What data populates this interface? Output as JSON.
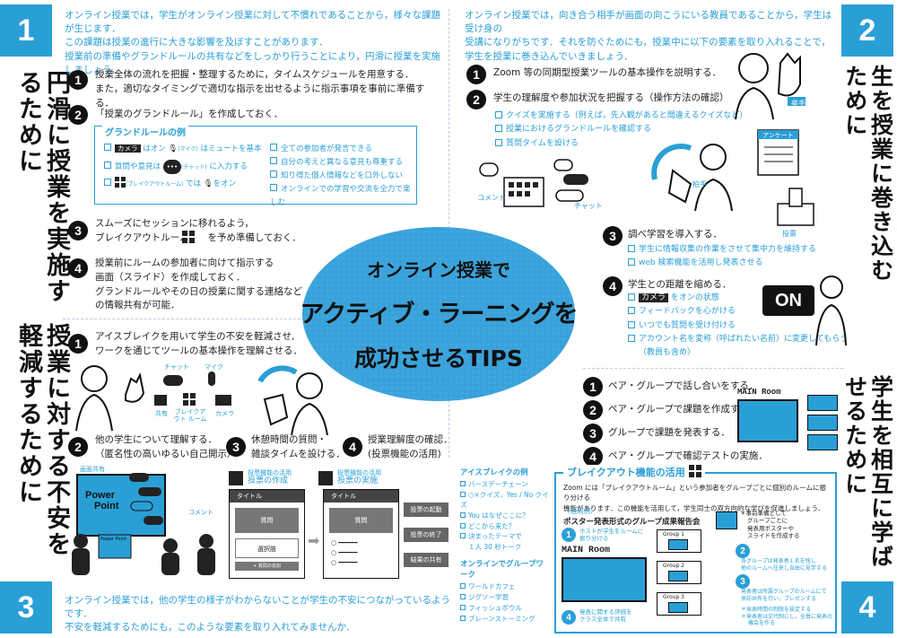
{
  "sections": {
    "s1": {
      "number": "1",
      "title": "円滑に授業を実施するために",
      "intro": [
        "オンライン授業では，学生がオンライン授業に対して不慣れであることから，様々な課題が生じます．",
        "この課題は授業の進行に大きな影響を及ぼすことがあります．",
        "授業前の準備やグランドルールの共有などをしっかり行うことにより，円滑に授業を実施しましょう．"
      ],
      "step1": [
        "授業全体の流れを把握・整理するために，タイムスケジュールを用意する．",
        "また，適切なタイミングで適切な指示を出せるように指示事項を事前に準備する．"
      ],
      "step2": "「授業のグランドルール」を作成しておく．",
      "rules_title": "グランドルールの例",
      "rules_left": [
        "カメラはオン　(マイク)はミュートを基本",
        "質問や意見は (チャット) に入力する",
        "(ブレイクアウトルーム)では　をオン"
      ],
      "rules_left_labels": {
        "camera": "カメラ",
        "mic": "(マイク)",
        "chat": "(チャット)",
        "breakout": "(ブレイクアウトルーム)"
      },
      "rules_right": [
        "全ての参加者が発言できる",
        "自分の考えと異なる意見も尊重する",
        "知り得た個人情報などを口外しない",
        "オンラインでの学習や交流を全力で楽しむ"
      ],
      "step3": [
        "スムーズにセッションに移れるよう，",
        "ブレイクアウトルーム　　を予め準備しておく．"
      ],
      "step4": [
        "授業前にルームの参加者に向けて指示する",
        "画面（スライド）を作成しておく．",
        "グランドルールやその日の授業に関する連絡など",
        "の情報共有が可能．"
      ]
    },
    "s2": {
      "number": "2",
      "title": "オンライン授業で学生を授業に巻き込むために",
      "intro": [
        "オンライン授業では，向き合う相手が画面の向こうにいる教員であることから，学生は受け身の",
        "受講になりがちです．それを防ぐためにも，授業中に以下の要素を取り入れることで，",
        "学生を授業に巻き込んでいきましょう．"
      ],
      "step1": "Zoom 等の同期型授業ツールの基本操作を説明する．",
      "step2": "学生の理解度や参加状況を把握する（操作方法の確認）",
      "step2_checks": [
        "クイズを実施する（例えば，先入観があると間違えるクイズなど）",
        "授業におけるグランドルールを確認する",
        "質問タイムを設ける"
      ],
      "labels": {
        "comment": "コメント",
        "chat": "チャット",
        "handsup": "拍手",
        "raise": "挙手",
        "survey": "アンケート",
        "vote": "投票"
      },
      "step3": "調べ学習を導入する．",
      "step3_checks": [
        "学生に情報収集の作業をさせて集中力を維持する",
        "web 検索機能を活用し発表させる"
      ],
      "step4": "学生との距離を縮める．",
      "step4_checks": [
        "カメラ をオンの状態",
        "フィードバックを心がける",
        "いつでも質問を受け付ける",
        "アカウント名を変称（呼ばれたい名前）に変更してもらう"
      ],
      "step4_note": "（教員も含め）",
      "on_label": "ON"
    },
    "s3": {
      "number": "3",
      "title": "授業に対する不安を軽減するために",
      "step1": [
        "アイスブレイクを用いて学生の不安を軽減させ,",
        "ワークを通じてツールの基本操作を理解させる．"
      ],
      "tool_labels": {
        "chat": "チャット",
        "mic": "マイク",
        "share": "共有",
        "breakout": "ブレイクアウト ルーム",
        "camera": "カメラ"
      },
      "step2": [
        "他の学生について理解する．",
        "（匿名性の高いゆるい自己開示）"
      ],
      "step3": [
        "休憩時間の質問・",
        "雑談タイムを設ける．"
      ],
      "step4": [
        "授業理解度の確認．",
        "(投票機能の活用)"
      ],
      "screen_labels": {
        "share": "画面共有",
        "pp1": "Power",
        "pp2": "Point",
        "comment": "コメント",
        "pp_small": "Power Point"
      },
      "poll": {
        "head1": "投票機能の活用",
        "sub1": "投票の作成",
        "head2": "投票機能の活用",
        "sub2": "投票の実施",
        "title": "タイトル",
        "question": "質問",
        "choice": "選択肢",
        "add": "+ 質問の追加",
        "start": "投票の起動",
        "end": "投票の終了",
        "share": "結果の共有"
      },
      "outro": [
        "オンライン授業では，他の学生の様子がわからないことが学生の不安につながっているようです．",
        "不安を軽減するためにも，このような要素を取り入れてみませんか．"
      ]
    },
    "s4": {
      "number": "4",
      "title": "学生を相互に学ばせるために",
      "steps": [
        "ペア・グループで話し合いをする．",
        "ペア・グループで課題を作成する．",
        "グループで課題を発表する．",
        "ペア・グループで確認テストの実施．"
      ],
      "main_room": "MAIN Room",
      "ice_title": "アイスブレイクの例",
      "ice_items": [
        "バースデーチェーン",
        "○×クイズ，Yes / No クイズ",
        "You はなぜここに？",
        "どこから来た？",
        "決まったテーマで",
        "１人 30 秒トーク"
      ],
      "gw_title": "オンラインでグループワーク",
      "gw_items": [
        "ワールドカフェ",
        "ジグソー学習",
        "フィッシュボウル",
        "ブレーンストーミング"
      ],
      "bo_title": "ブレイクアウト機能の活用",
      "bo_desc": [
        "Zoom には「ブレイクアウトルーム」という参加者をグループごとに個別のルームに振り分ける",
        "機能があります．この機能を活用して，学生同士の双方向的な学びを促進しましょう．"
      ],
      "ex_label": "（活用例）",
      "ex_title": "ポスター発表形式のグループ成果報告会",
      "ex1": [
        "ホストが学生をルームに",
        "振り分ける"
      ],
      "ex2": [
        "事前準備として",
        "グループごとに",
        "発表用ポスターや",
        "スライドを作成する"
      ],
      "ex3": [
        "各グループは発表者１名を残し",
        "他のルームへ往来し自由に見学する"
      ],
      "ex4": [
        "発表者は所属グループのルームにて",
        "来訪共有を行い，プレゼンする"
      ],
      "ex5": [
        "発表時間の制限を設定する",
        "発表者は交代制にし，全員に発表の",
        "機会を作る"
      ],
      "ex6": [
        "発表に関する評価を",
        "クラス全体で共有"
      ],
      "groups": [
        "Group 1",
        "Group 2",
        "Group 3"
      ]
    }
  },
  "center": {
    "line1": "オンライン授業で",
    "line2": "アクティブ・ラーニングを",
    "line3": "成功させるTIPS"
  },
  "colors": {
    "accent": "#2a9fd6",
    "dark": "#111111",
    "ellipse": "#3aa3dc"
  }
}
